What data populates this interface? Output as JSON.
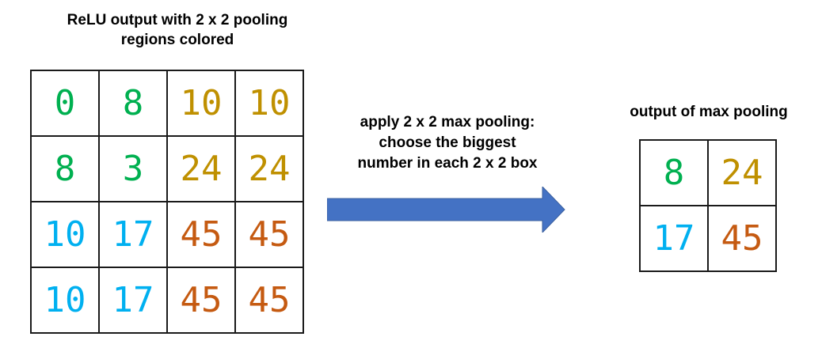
{
  "left": {
    "title_line1": "ReLU output with 2 x 2 pooling",
    "title_line2": "regions colored",
    "grid": {
      "rows": [
        [
          "0",
          "8",
          "10",
          "10"
        ],
        [
          "8",
          "3",
          "24",
          "24"
        ],
        [
          "10",
          "17",
          "45",
          "45"
        ],
        [
          "10",
          "17",
          "45",
          "45"
        ]
      ],
      "colors": [
        [
          "green",
          "green",
          "gold",
          "gold"
        ],
        [
          "green",
          "green",
          "gold",
          "gold"
        ],
        [
          "cyan",
          "cyan",
          "orange",
          "orange"
        ],
        [
          "cyan",
          "cyan",
          "orange",
          "orange"
        ]
      ]
    }
  },
  "middle": {
    "instruction_line1": "apply 2 x 2 max pooling:",
    "instruction_line2": "choose the biggest",
    "instruction_line3": "number in each 2 x 2 box",
    "arrow_color": "#4472C4"
  },
  "right": {
    "title": "output of max pooling",
    "grid": {
      "rows": [
        [
          "8",
          "24"
        ],
        [
          "17",
          "45"
        ]
      ],
      "colors": [
        [
          "green",
          "gold"
        ],
        [
          "cyan",
          "orange"
        ]
      ]
    }
  },
  "palette": {
    "green": "#00B050",
    "gold": "#BF9000",
    "cyan": "#00B0F0",
    "orange": "#C55A11",
    "grid_line": "#1a1a1a",
    "text": "#000000"
  }
}
